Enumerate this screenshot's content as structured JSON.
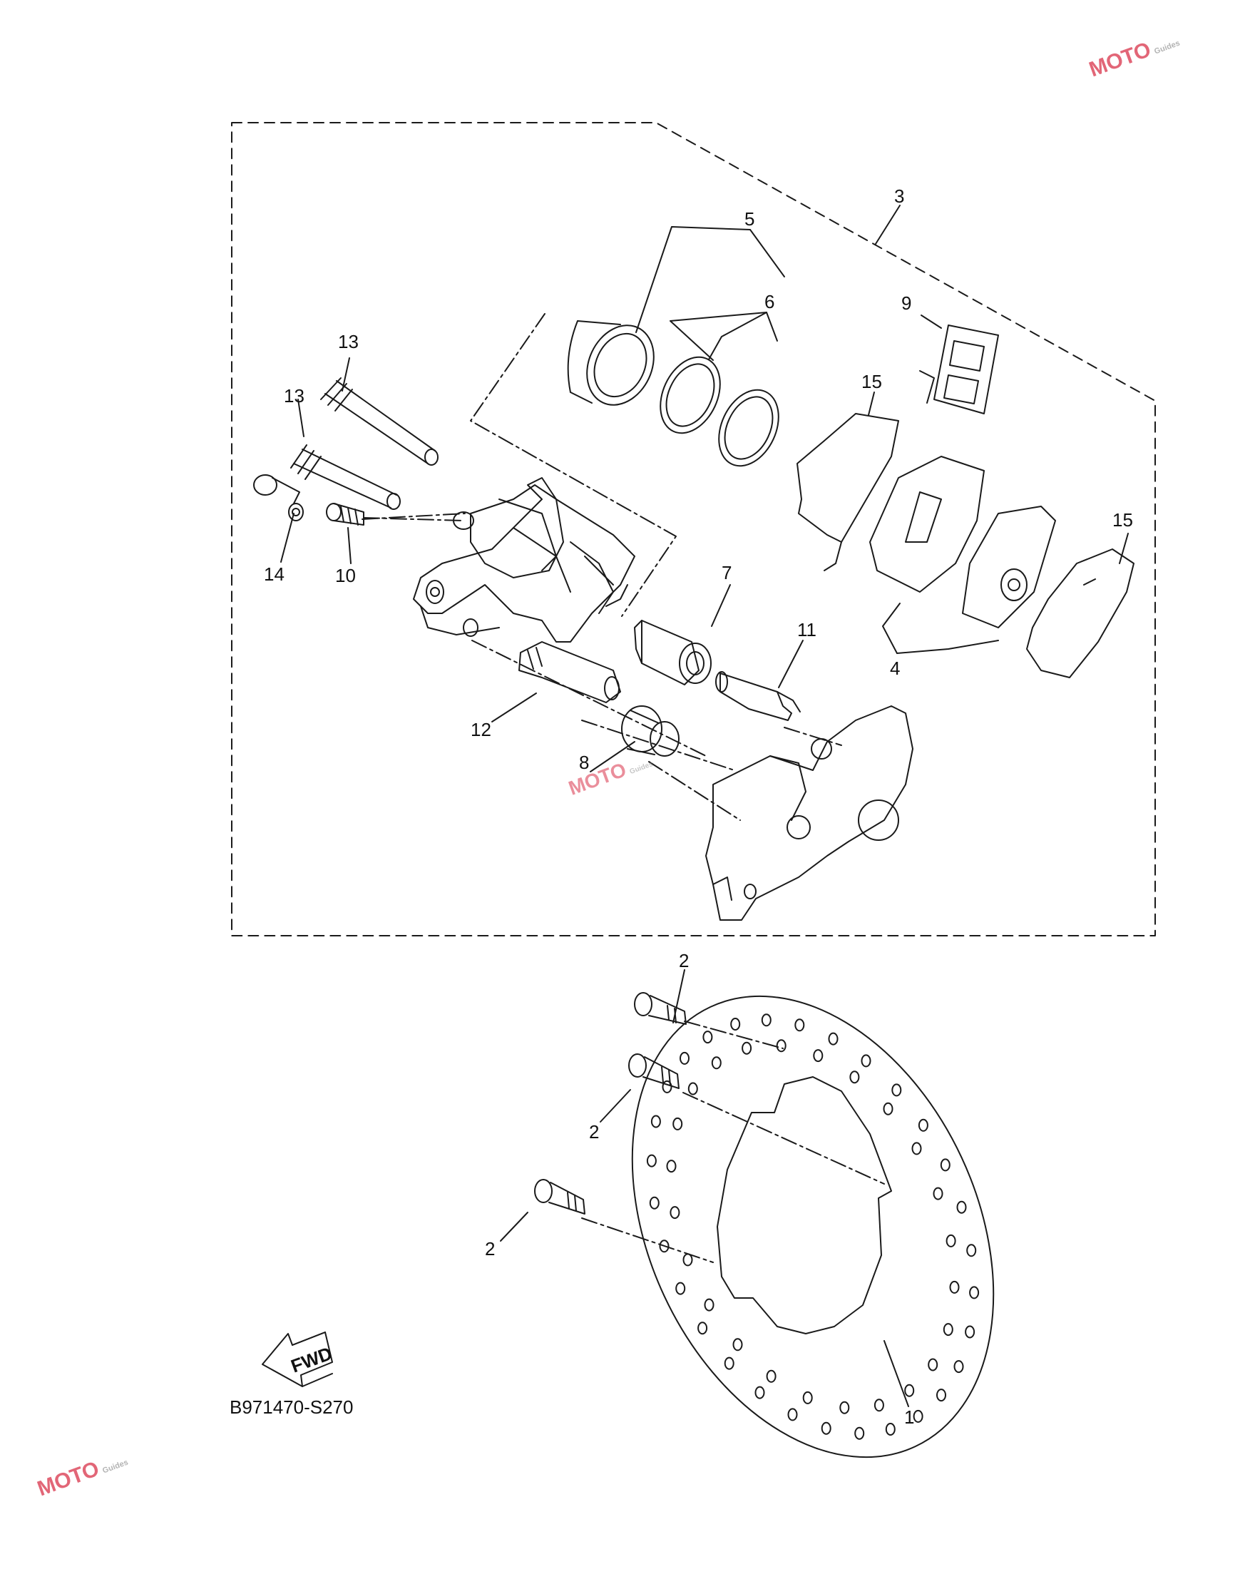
{
  "labels": {
    "l1": "1",
    "l2a": "2",
    "l2b": "2",
    "l2c": "2",
    "l3": "3",
    "l4": "4",
    "l5": "5",
    "l6": "6",
    "l7": "7",
    "l8": "8",
    "l9": "9",
    "l10": "10",
    "l11": "11",
    "l12": "12",
    "l13a": "13",
    "l13b": "13",
    "l14": "14",
    "l15a": "15",
    "l15b": "15"
  },
  "fwd_label": "FWD",
  "diagram_code": "B971470-S270",
  "watermark": {
    "text": "MOTO",
    "subtext": "Guides"
  },
  "colors": {
    "line": "#1a1a1a",
    "watermark": "#d9334a",
    "watermark_swoosh": "#7a87c9"
  }
}
